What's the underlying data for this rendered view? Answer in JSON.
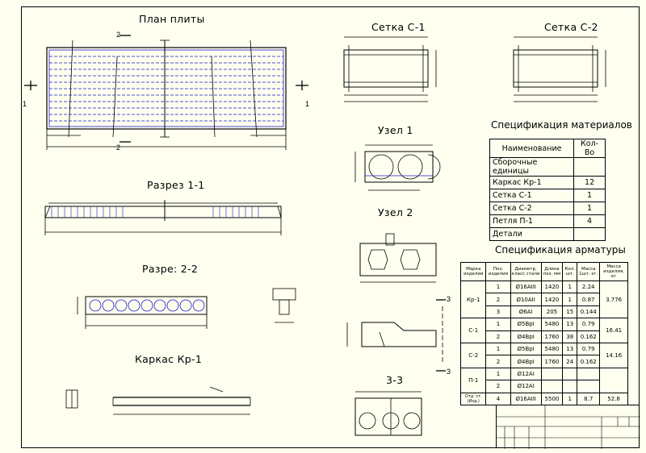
{
  "titles": {
    "plan": "План плиты",
    "section11": "Разрез 1-1",
    "section22": "Разре: 2-2",
    "frame": "Каркас Кр-1",
    "meshC1": "Сетка С-1",
    "meshC2": "Сетка С-2",
    "node1": "Узел 1",
    "node2": "Узел 2",
    "section33": "3-3",
    "specMaterials": "Спецификация материалов",
    "specArmature": "Спецификация арматуры"
  },
  "materials": {
    "headers": [
      "Наименование",
      "Кол-Во"
    ],
    "rows": [
      [
        "Сборочные единицы",
        ""
      ],
      [
        "Каркас Кр-1",
        "12"
      ],
      [
        "Сетка С-1",
        "1"
      ],
      [
        "Сетка С-2",
        "1"
      ],
      [
        "Петля П-1",
        "4"
      ],
      [
        "Детали",
        ""
      ]
    ]
  },
  "armature": {
    "headers": [
      "Марка изделия",
      "Поз. изделия",
      "Диаметр, класс стали",
      "Длина поз. мм",
      "Кол. шт.",
      "Масса 1шт. кг.",
      "Масса изделия, кг"
    ],
    "groups": [
      {
        "mark": "Кр-1",
        "total": "3.776",
        "rows": [
          [
            "1",
            "Ø16АIII",
            "1420",
            "1",
            "2.24"
          ],
          [
            "2",
            "Ø10АII",
            "1420",
            "1",
            "0.87"
          ],
          [
            "3",
            "Ø6АI",
            "205",
            "15",
            "0.144"
          ]
        ]
      },
      {
        "mark": "С-1",
        "total": "16.41",
        "rows": [
          [
            "1",
            "Ø5ВрI",
            "5480",
            "13",
            "0.79"
          ],
          [
            "2",
            "Ø4ВрI",
            "1760",
            "38",
            "0.162"
          ]
        ]
      },
      {
        "mark": "С-2",
        "total": "14.16",
        "rows": [
          [
            "1",
            "Ø5ВрI",
            "5480",
            "13",
            "0.79"
          ],
          [
            "2",
            "Ø4ВрI",
            "1760",
            "24",
            "0.162"
          ]
        ]
      },
      {
        "mark": "П-1",
        "total": "",
        "rows": [
          [
            "1",
            "Ø12АI",
            "",
            "",
            ""
          ],
          [
            "2",
            "Ø12АI",
            "",
            "",
            ""
          ]
        ]
      }
    ],
    "last": [
      "Отд. ст. (Изд.)",
      "4",
      "Ø16АIII",
      "5500",
      "1",
      "8.7",
      "52.8"
    ]
  },
  "labels": {
    "cut1": "1",
    "cut2": "2",
    "cut3": "3"
  }
}
